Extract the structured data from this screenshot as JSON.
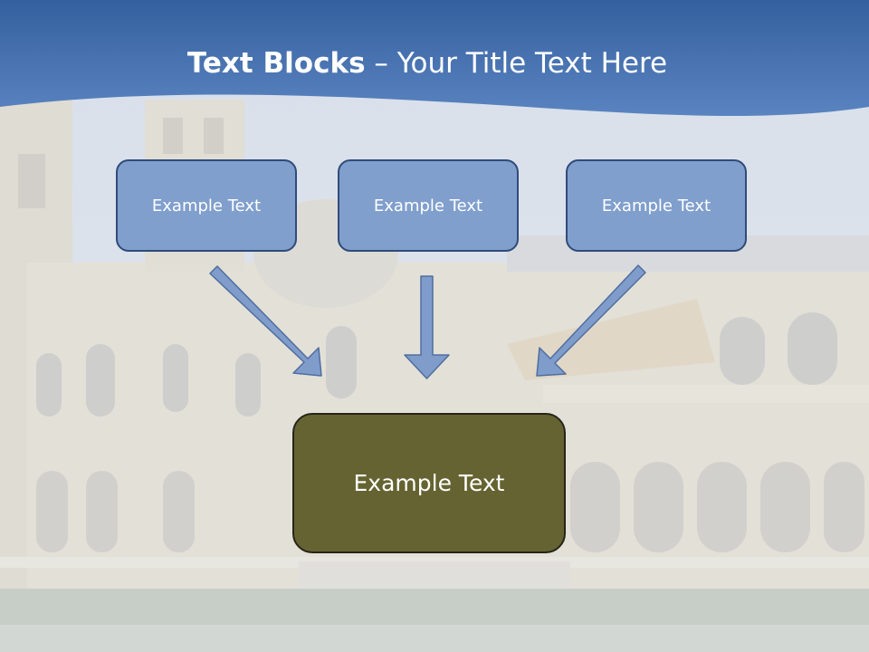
{
  "title": {
    "bold": "Text Blocks",
    "dash": " – ",
    "rest": "Your Title Text Here"
  },
  "blocks": [
    {
      "label": "Example Text"
    },
    {
      "label": "Example Text"
    },
    {
      "label": "Example Text"
    }
  ],
  "center_block": {
    "label": "Example Text"
  },
  "colors": {
    "header_band": "#4a74b3",
    "small_box_fill": "#809fcd",
    "small_box_border": "#2f4b7a",
    "arrow_fill": "#7f9ccb",
    "center_box_fill": "#656331"
  }
}
